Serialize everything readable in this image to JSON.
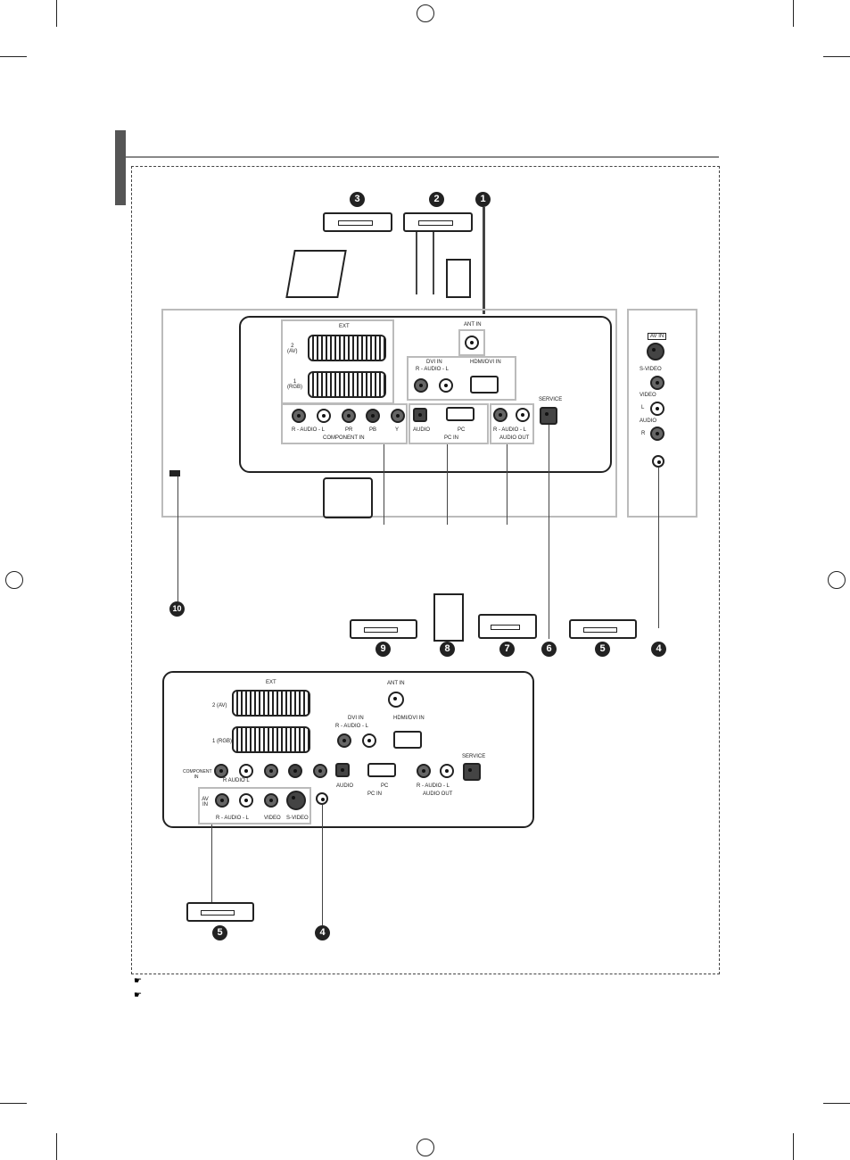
{
  "tv_back_panel": {
    "ext_label": "EXT",
    "scart_2": "2\n(AV)",
    "scart_1": "1\n(RGB)",
    "ant_in": "ANT IN",
    "dvi_in": "DVI IN",
    "dvi_audio": "R - AUDIO - L",
    "hdmi_dvi_in": "HDMI/DVI IN",
    "component_audio": "R - AUDIO - L",
    "component_pr": "PR",
    "component_pb": "PB",
    "component_y": "Y",
    "component_in": "COMPONENT IN",
    "pc_audio": "AUDIO",
    "pc": "PC",
    "pc_in": "PC IN",
    "audio_out_audio": "R - AUDIO - L",
    "audio_out": "AUDIO OUT",
    "service": "SERVICE"
  },
  "side_panel": {
    "av_in": "AV IN",
    "s_video": "S-VIDEO",
    "video": "VIDEO",
    "l": "L",
    "audio": "AUDIO",
    "r": "R"
  },
  "alt_panel": {
    "ext_label": "EXT",
    "scart_2": "2 (AV)",
    "scart_1": "1 (RGB)",
    "ant_in": "ANT IN",
    "dvi_in": "DVI IN",
    "dvi_audio": "R - AUDIO - L",
    "hdmi_dvi_in": "HDMI/DVI IN",
    "component_in": "COMPONENT IN",
    "component_audio": "R AUDIO L",
    "pc_audio": "AUDIO",
    "pc": "PC",
    "pc_in": "PC IN",
    "audio_out_audio": "R - AUDIO - L",
    "audio_out": "AUDIO OUT",
    "service": "SERVICE",
    "av_in": "AV IN",
    "av_audio": "R - AUDIO - L",
    "video": "VIDEO",
    "s_video": "S-VIDEO"
  },
  "callouts": [
    "1",
    "2",
    "3",
    "4",
    "5",
    "6",
    "7",
    "8",
    "9",
    "10",
    "5",
    "4"
  ],
  "notes": [
    "☛",
    "☛"
  ]
}
